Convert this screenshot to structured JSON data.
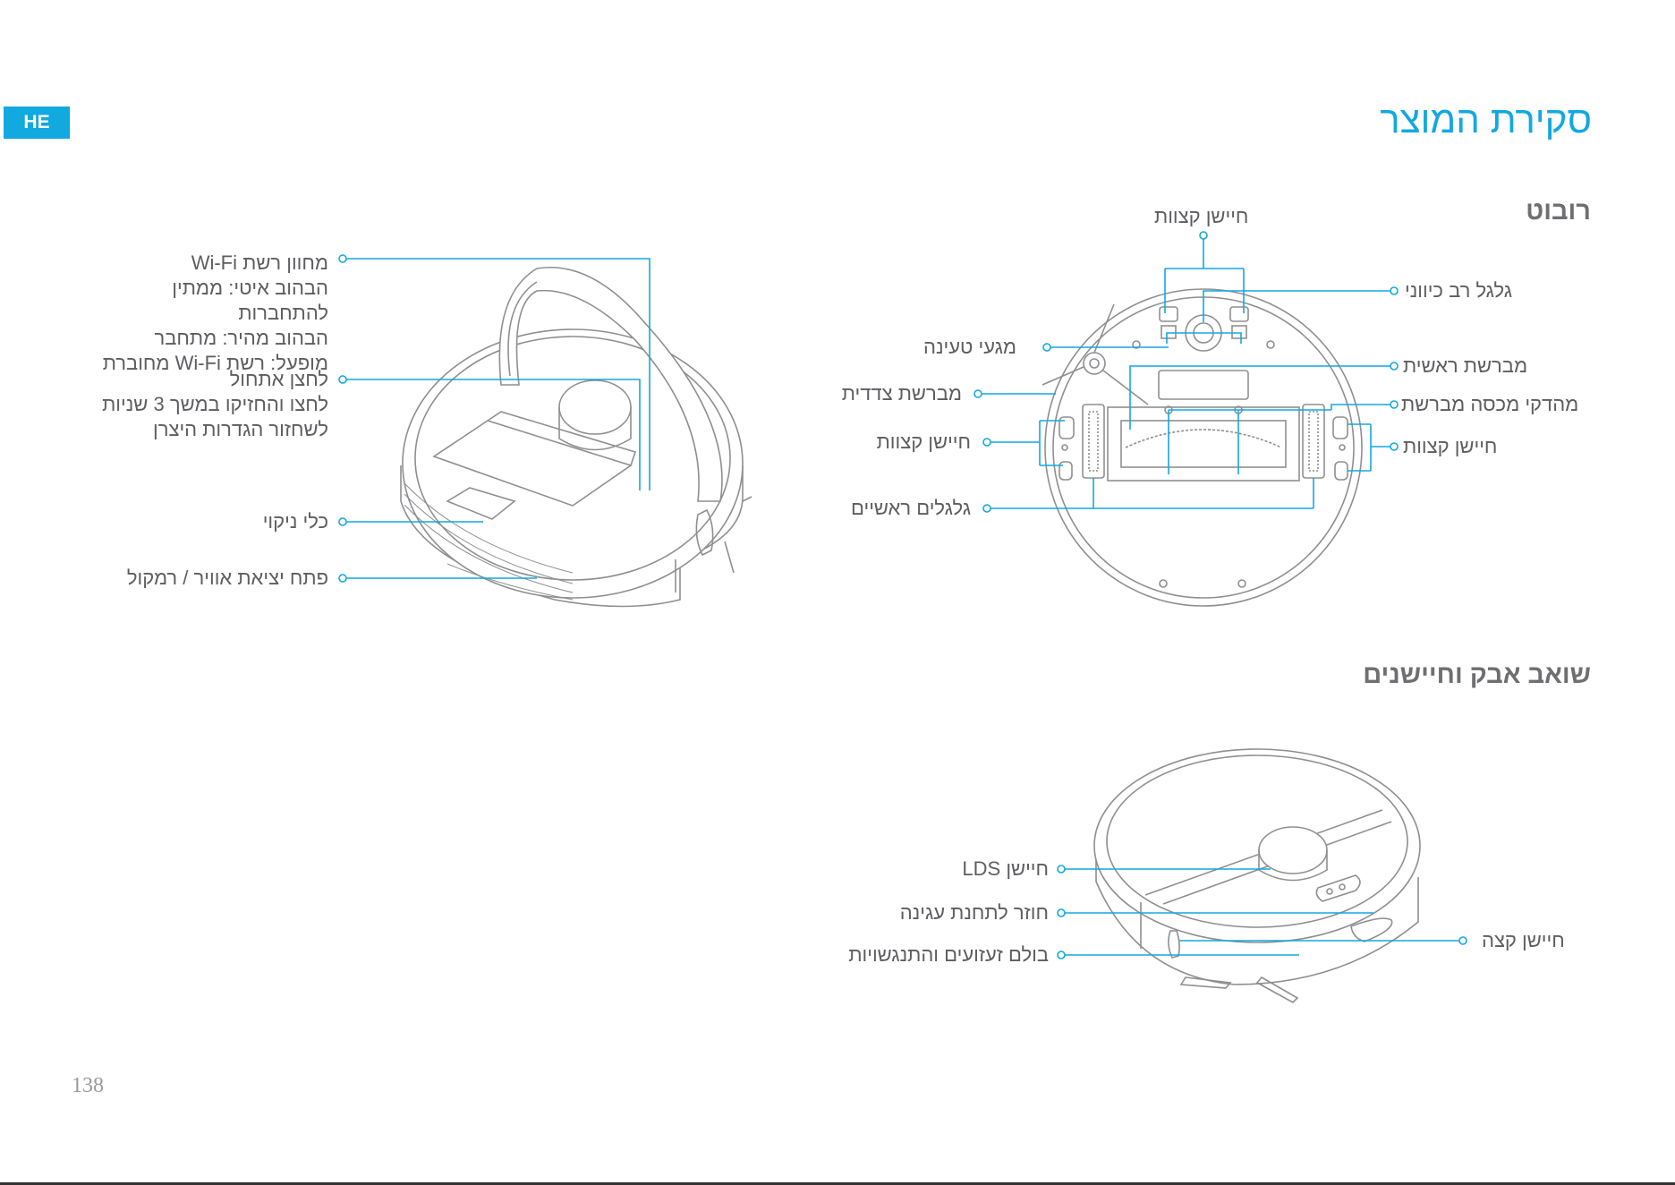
{
  "page": {
    "lang_badge": "HE",
    "title": "סקירת המוצר",
    "page_number": "138"
  },
  "sections": {
    "robot": "רובוט",
    "vacuum_sensors": "שואב אבק וחיישנים"
  },
  "top_view_labels": {
    "wifi_title": "מחוון רשת Wi-Fi",
    "wifi_line1": "הבהוב איטי: ממתין",
    "wifi_line2": "להתחברות",
    "wifi_line3": "הבהוב מהיר: מתחבר",
    "wifi_line4": "מופעל: רשת Wi-Fi מחוברת",
    "reset_title": "לחצן אתחול",
    "reset_line1": "לחצו והחזיקו במשך 3 שניות",
    "reset_line2": "לשחזור הגדרות היצרן",
    "cleaning_tool": "כלי ניקוי",
    "air_outlet": "פתח יציאת אוויר / רמקול"
  },
  "bottom_view_labels": {
    "cliff_top": "חיישן קצוות",
    "omni_wheel": "גלגל רב כיווני",
    "charging_contacts": "מגעי טעינה",
    "main_brush": "מברשת ראשית",
    "side_brush": "מברשת צדדית",
    "brush_cover_clips": "מהדקי מכסה מברשת",
    "cliff_left": "חייש‏ן קצוות",
    "cliff_right": "חיישן קצוות",
    "main_wheels": "גלגלים ראשיים"
  },
  "sensor_view_labels": {
    "lds": "חיישן LDS",
    "dock_reflector": "חוזר לתחנת עגינה",
    "bumper": "בולם זעזועים והתנגשויות",
    "edge_sensor": "חיישן קצה"
  }
}
